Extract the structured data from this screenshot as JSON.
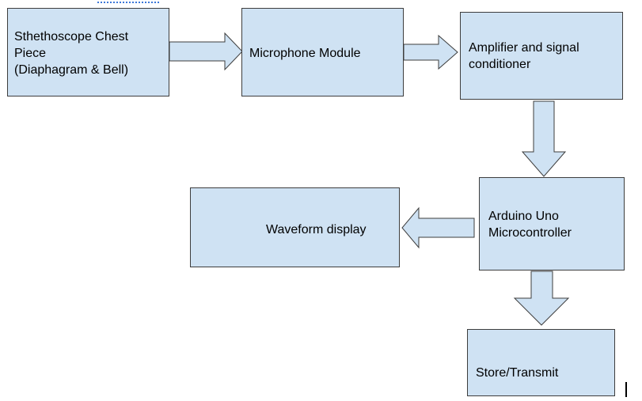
{
  "diagram": {
    "blocks": {
      "chest_piece": "Sthethoscope Chest\nPiece\n(Diaphagram & Bell)",
      "microphone": "Microphone Module",
      "amplifier": "Amplifier and signal\nconditioner",
      "arduino": "Arduino Uno\nMicrocontroller",
      "waveform": "Waveform display",
      "store": "Store/Transmit"
    },
    "colors": {
      "block_fill": "#cfe2f3",
      "block_border": "#3d3d3d",
      "arrow_fill": "#cfe2f3",
      "arrow_stroke": "#3d3d3d"
    }
  }
}
